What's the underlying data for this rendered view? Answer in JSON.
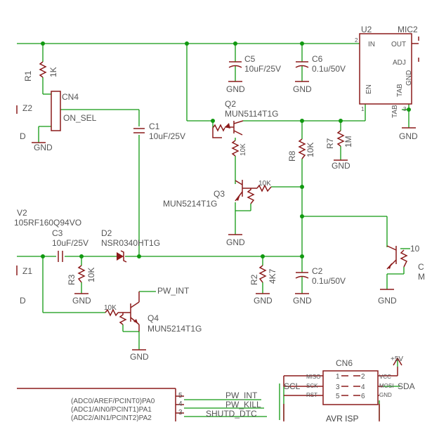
{
  "labels": {
    "r1": "R1",
    "r1_val": "1K",
    "cn4": "CN4",
    "cn4_pin": "ON_SEL",
    "z2": "Z2",
    "z2_d": "D",
    "gnd": "GND",
    "c1": "C1",
    "c1_val": "10uF/25V",
    "q2": "Q2",
    "q2_val": "MUN5114T1G",
    "c5": "C5",
    "c5_val": "10uF/25V",
    "c6": "C6",
    "c6_val": "0.1u/50V",
    "u2": "U2",
    "u2_val": "MIC2",
    "u2_in": "IN",
    "u2_out": "OUT",
    "u2_adj": "ADJ",
    "u2_en": "EN",
    "u2_tab": "TAB",
    "u2_gnd": "GND",
    "u2_tab2": "TAB",
    "u2_pin1": "1",
    "u2_pin2": "2",
    "u2_pin3": "3",
    "r8": "R8",
    "r8_val": "10K",
    "r7": "R7",
    "r7_val": "1M",
    "q2_r10k": "10K",
    "q3": "Q3",
    "q3_val": "MUN5214T1G",
    "q3_r10k": "10K",
    "w2": "V2",
    "w2_val": "105RF160Q94VO",
    "c3": "C3",
    "c3_val": "10uF/25V",
    "d2": "D2",
    "d2_val": "NSR0340HT1G",
    "z1": "Z1",
    "z1_d": "D",
    "r3": "R3",
    "r3_val": "10K",
    "r2": "R2",
    "r2_val": "4K7",
    "c2": "C2",
    "c2_val": "0.1u/50V",
    "q4": "Q4",
    "q4_val": "MUN5214T1G",
    "q4_r10k": "10K",
    "pw_int": "PW_INT",
    "q5_r10": "10",
    "q5_c": "C",
    "q5_m": "M",
    "cn6": "CN6",
    "avr_isp": "AVR ISP",
    "vcc5": "+5V",
    "scl": "SCL",
    "sda": "SDA",
    "isp_miso": "MISO",
    "isp_sck": "SCK",
    "isp_rst": "RST",
    "isp_vcc": "VCC",
    "isp_mosi": "MOSI",
    "isp_gnd": "GND",
    "isp_p1": "1",
    "isp_p2": "2",
    "isp_p3": "3",
    "isp_p4": "4",
    "isp_p5": "5",
    "isp_p6": "6",
    "mcu_pa0": "(ADC0/AREF/PCINT0)PA0",
    "mcu_pa1": "(ADC1/AIN0/PCINT1)PA1",
    "mcu_pa2": "(ADC2/AIN1/PCINT2)PA2",
    "mcu_p5": "5",
    "mcu_p4": "4",
    "mcu_p3": "3",
    "net_pw_int": "PW_INT",
    "net_pw_kill": "PW_KILL",
    "net_shutd": "SHUTD_DTC"
  }
}
